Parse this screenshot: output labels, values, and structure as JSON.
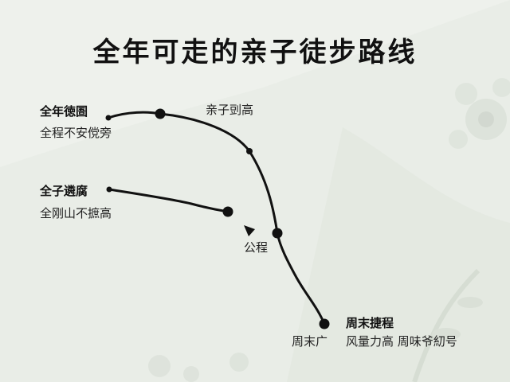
{
  "title": "全年可走的亲子徒步路线",
  "route_labels": {
    "top_left_title": "全年徳圄",
    "top_left_sub": "全程不安傥旁",
    "top_right": "亲子剅高",
    "mid_left_title": "全子遴腐",
    "mid_left_sub": "全刚山不摭高",
    "center": "公程",
    "bottom_title": "周末捷程",
    "bottom_left": "周末广",
    "bottom_right": "风量力高 周味爷糿号"
  },
  "colors": {
    "background": "#eef1ec",
    "route": "#111111",
    "text": "#222222"
  }
}
